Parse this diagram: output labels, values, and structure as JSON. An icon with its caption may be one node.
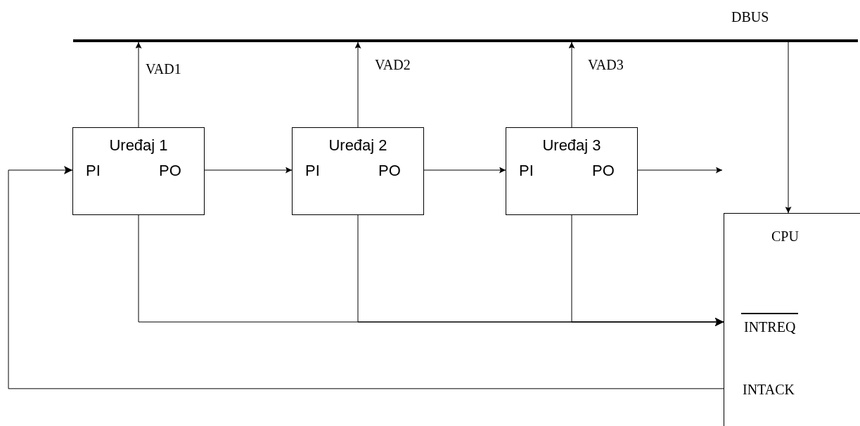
{
  "diagram": {
    "nodes": [
      {
        "text": [
          "DBUS"
        ]
      },
      {
        "text": [
          "Uređaj 1",
          "PI",
          "PO"
        ]
      },
      {
        "text": [
          "Uređaj 2",
          "PI",
          "PO"
        ]
      },
      {
        "text": [
          "Uređaj 3",
          "PI",
          "PO"
        ]
      },
      {
        "text": [
          "CPU",
          "INTREQ",
          "INTACK"
        ]
      }
    ],
    "edges": [
      {
        "from": 1,
        "to": 0,
        "arrow": "to",
        "label": "VAD1"
      },
      {
        "from": 2,
        "to": 0,
        "arrow": "to",
        "label": "VAD2"
      },
      {
        "from": 3,
        "to": 0,
        "arrow": "to",
        "label": "VAD3"
      },
      {
        "from": 0,
        "to": 4,
        "arrow": "to"
      },
      {
        "from": 1,
        "to": 2,
        "arrow": "to"
      },
      {
        "from": 2,
        "to": 3,
        "arrow": "to"
      },
      {
        "from": 3,
        "to": null,
        "arrow": "to"
      },
      {
        "from": 1,
        "to": 4,
        "arrow": "to"
      },
      {
        "from": 2,
        "to": 4,
        "arrow": "to"
      },
      {
        "from": 3,
        "to": 4,
        "arrow": "to"
      },
      {
        "from": 4,
        "to": 1,
        "arrow": "to"
      }
    ]
  }
}
